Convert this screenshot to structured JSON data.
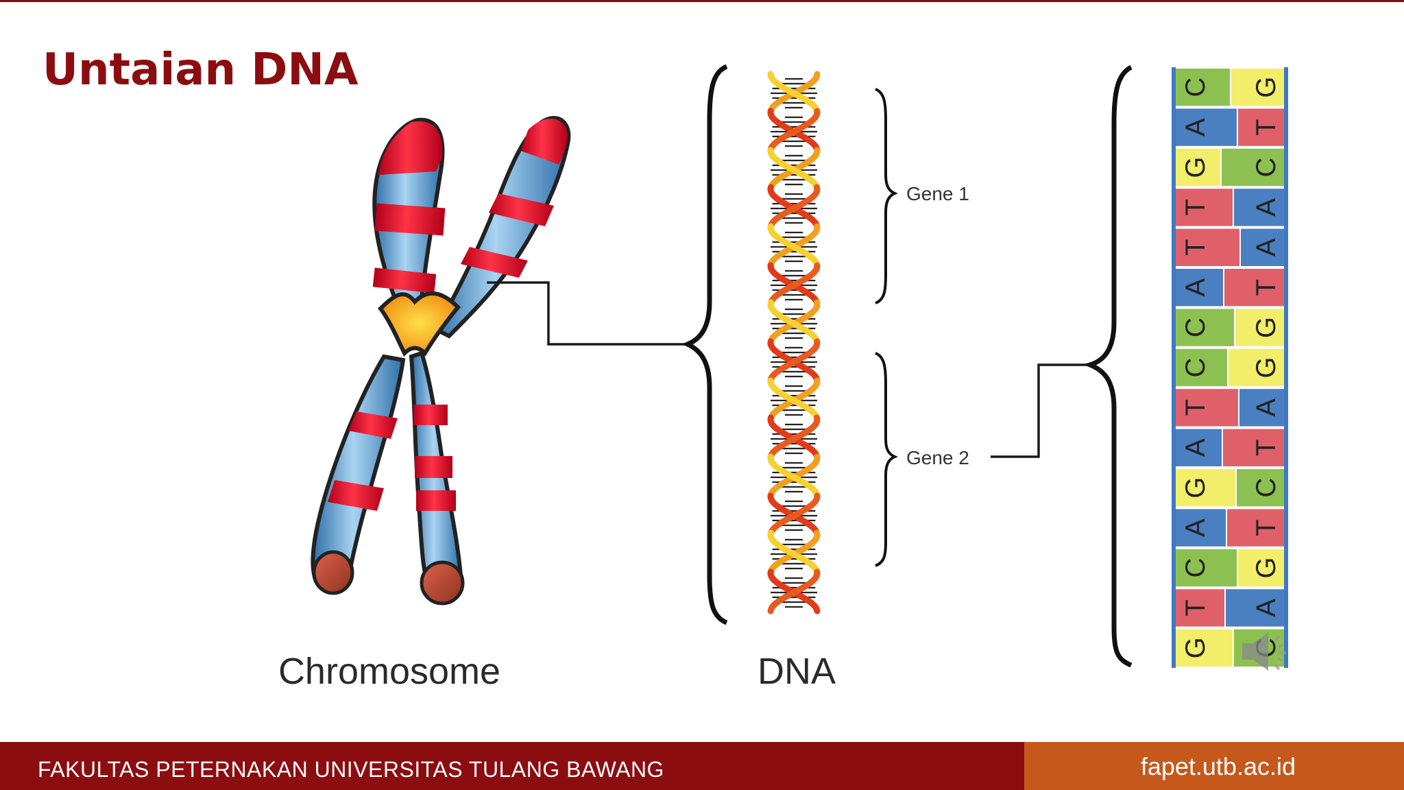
{
  "slide": {
    "title": "Untaian DNA"
  },
  "diagram": {
    "chromosome_label": "Chromosome",
    "dna_label": "DNA",
    "gene1_label": "Gene 1",
    "gene2_label": "Gene 2",
    "sequence_left": [
      "C",
      "A",
      "G",
      "T",
      "T",
      "A",
      "C",
      "C",
      "T",
      "A",
      "G",
      "A",
      "C",
      "T",
      "G"
    ],
    "sequence_right": [
      "G",
      "T",
      "C",
      "A",
      "A",
      "T",
      "G",
      "G",
      "A",
      "T",
      "C",
      "T",
      "G",
      "A",
      "C"
    ],
    "base_colors": {
      "A": "#4a7fc1",
      "T": "#e0606a",
      "G": "#f3ee6a",
      "C": "#8cc152"
    },
    "chromosome_colors": {
      "blue": "#5f9fd6",
      "red": "#e0142a",
      "center": "#f6b414"
    }
  },
  "footer": {
    "institution": "FAKULTAS PETERNAKAN UNIVERSITAS TULANG BAWANG",
    "url": "fapet.utb.ac.id"
  },
  "media": {
    "audio_icon": "speaker-icon"
  }
}
